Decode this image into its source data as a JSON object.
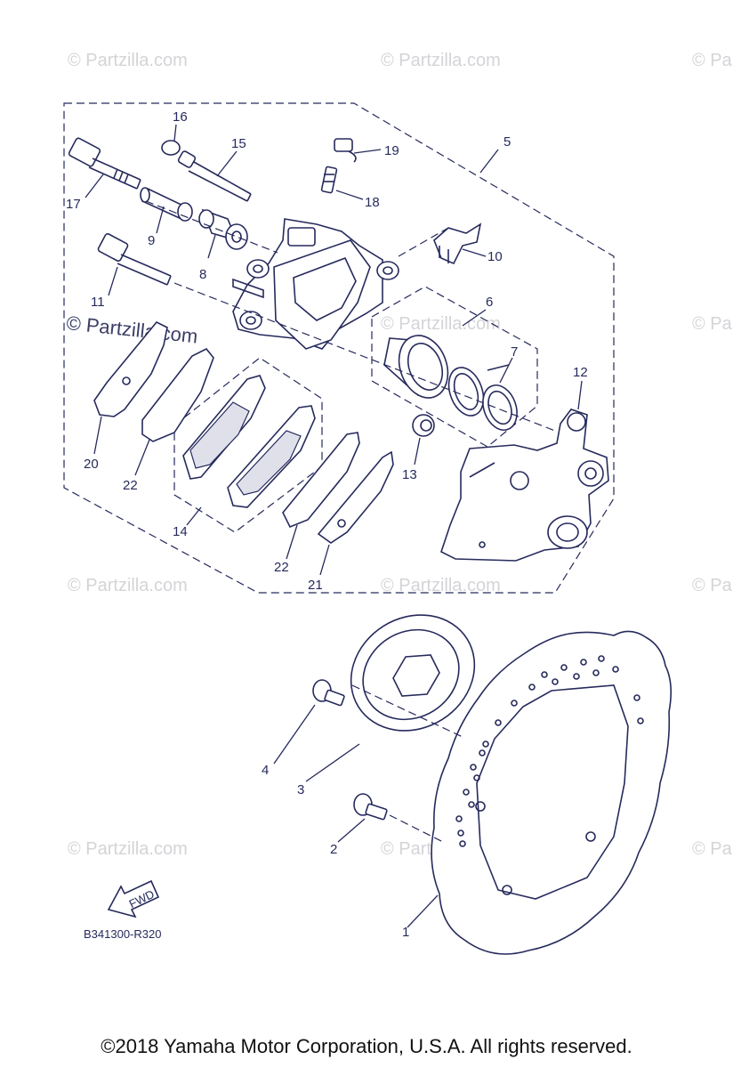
{
  "watermark_text": "© Partzilla.com",
  "diagram_code": "B341300-R320",
  "fwd_label": "FWD",
  "copyright": "©2018  Yamaha Motor Corporation, U.S.A. All rights reserved.",
  "callouts": [
    "1",
    "2",
    "3",
    "4",
    "5",
    "6",
    "7",
    "8",
    "9",
    "10",
    "11",
    "12",
    "13",
    "14",
    "15",
    "16",
    "17",
    "18",
    "19",
    "20",
    "21",
    "22",
    "22"
  ],
  "colors": {
    "ink": "#262a5c",
    "watermark": "#d4d4d8"
  }
}
